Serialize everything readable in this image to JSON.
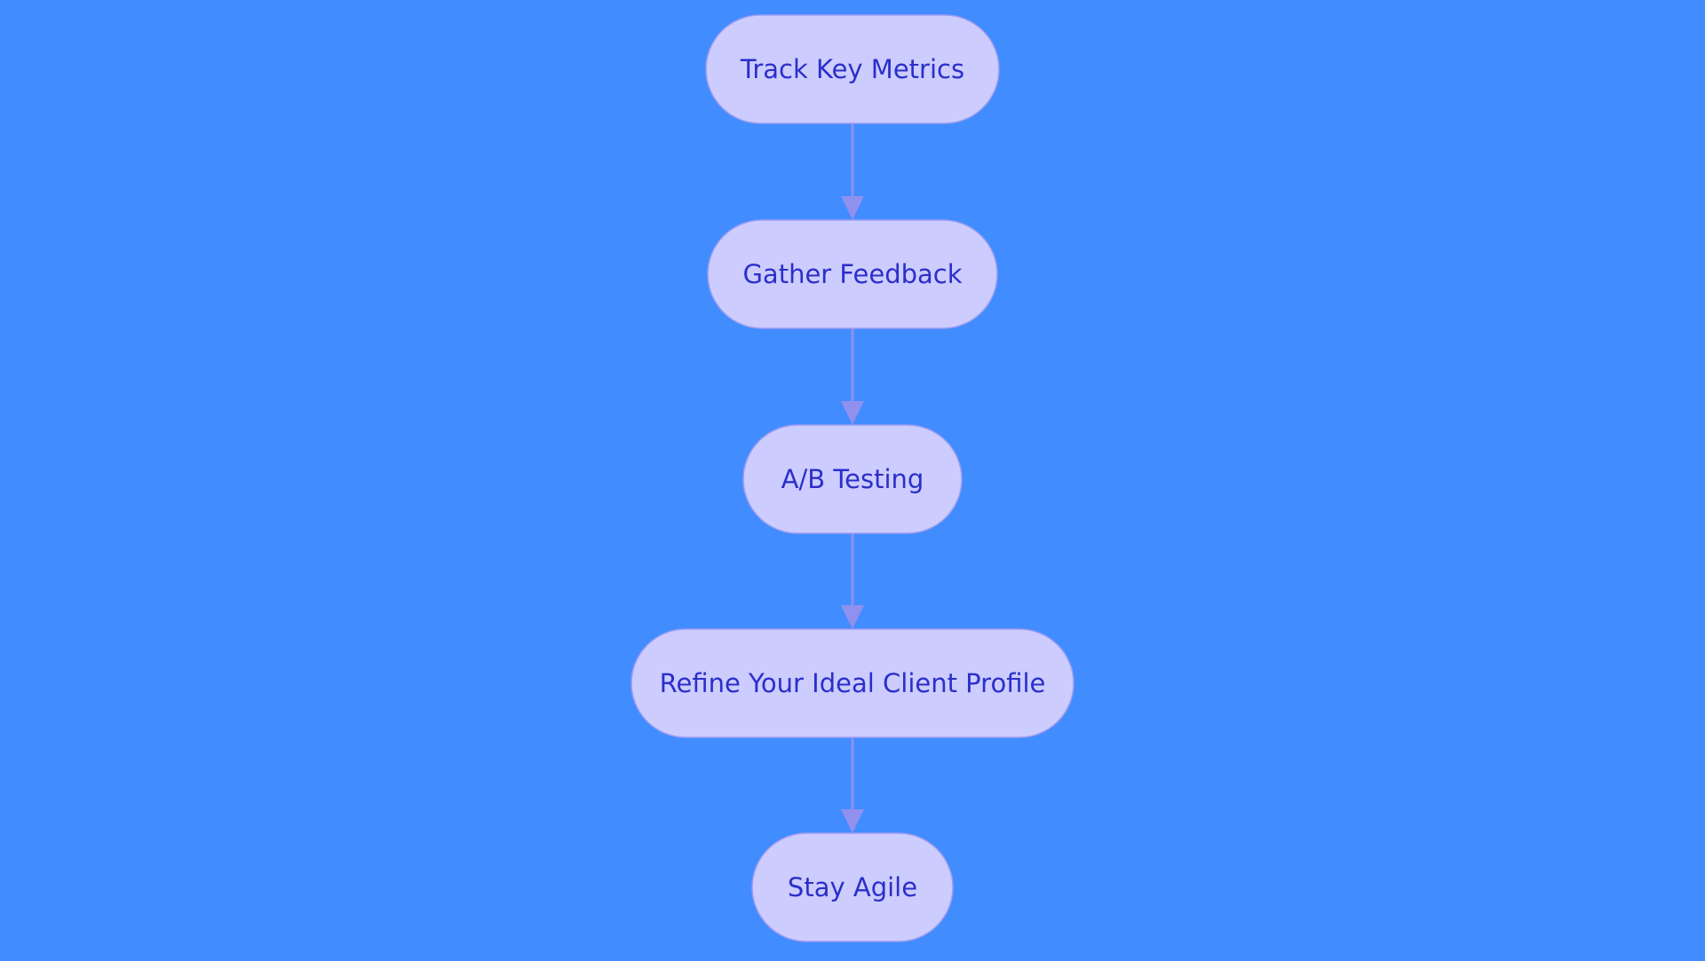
{
  "colors": {
    "background": "#418CFF",
    "node_fill": "#CCCCFF",
    "node_stroke": "#9C9CF0",
    "edge": "#9090EE",
    "text": "#2B2FC9"
  },
  "nodes": [
    {
      "id": "track",
      "label": "Track Key Metrics"
    },
    {
      "id": "feedback",
      "label": "Gather Feedback"
    },
    {
      "id": "ab",
      "label": "A/B Testing"
    },
    {
      "id": "refine",
      "label": "Refine Your Ideal Client Profile"
    },
    {
      "id": "agile",
      "label": "Stay Agile"
    }
  ],
  "edges": [
    {
      "from": "track",
      "to": "feedback"
    },
    {
      "from": "feedback",
      "to": "ab"
    },
    {
      "from": "ab",
      "to": "refine"
    },
    {
      "from": "refine",
      "to": "agile"
    }
  ]
}
